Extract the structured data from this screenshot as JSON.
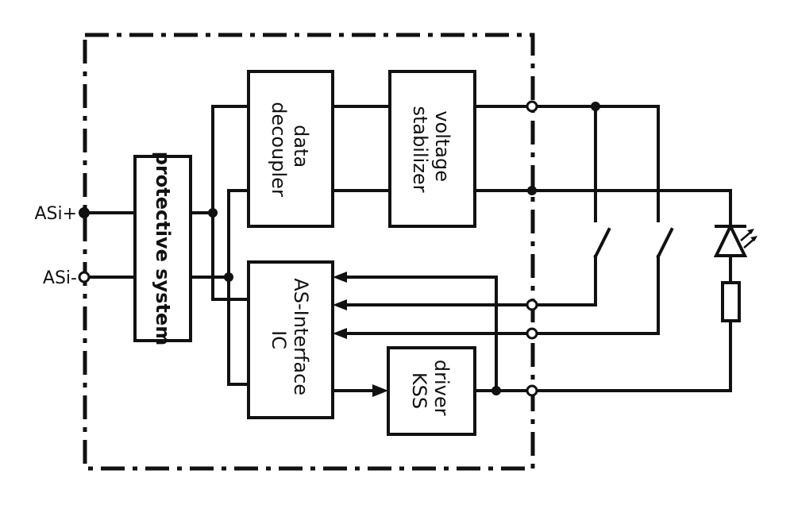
{
  "terminals": {
    "asi_plus": "ASi+",
    "asi_minus": "ASi-"
  },
  "blocks": {
    "protective_system": [
      "protective system"
    ],
    "data_decoupler": [
      "data",
      "decoupler"
    ],
    "voltage_stabilizer": [
      "voltage",
      "stabilizer"
    ],
    "as_interface_ic": [
      "AS-Interface",
      "IC"
    ],
    "driver_kss": [
      "driver",
      "KSS"
    ]
  },
  "colors": {
    "line": "#111111",
    "background": "#ffffff"
  }
}
